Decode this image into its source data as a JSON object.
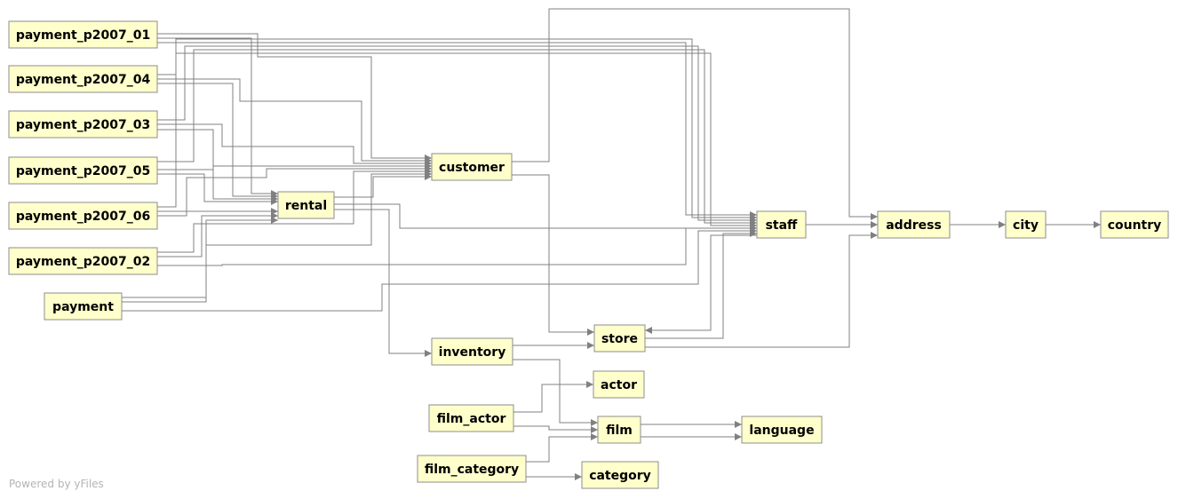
{
  "diagram": {
    "tables": [
      {
        "id": "payment_p2007_01",
        "label": "payment_p2007_01"
      },
      {
        "id": "payment_p2007_04",
        "label": "payment_p2007_04"
      },
      {
        "id": "payment_p2007_03",
        "label": "payment_p2007_03"
      },
      {
        "id": "payment_p2007_05",
        "label": "payment_p2007_05"
      },
      {
        "id": "payment_p2007_06",
        "label": "payment_p2007_06"
      },
      {
        "id": "payment_p2007_02",
        "label": "payment_p2007_02"
      },
      {
        "id": "payment",
        "label": "payment"
      },
      {
        "id": "customer",
        "label": "customer"
      },
      {
        "id": "rental",
        "label": "rental"
      },
      {
        "id": "staff",
        "label": "staff"
      },
      {
        "id": "address",
        "label": "address"
      },
      {
        "id": "city",
        "label": "city"
      },
      {
        "id": "country",
        "label": "country"
      },
      {
        "id": "inventory",
        "label": "inventory"
      },
      {
        "id": "store",
        "label": "store"
      },
      {
        "id": "actor",
        "label": "actor"
      },
      {
        "id": "film_actor",
        "label": "film_actor"
      },
      {
        "id": "film",
        "label": "film"
      },
      {
        "id": "language",
        "label": "language"
      },
      {
        "id": "film_category",
        "label": "film_category"
      },
      {
        "id": "category",
        "label": "category"
      }
    ],
    "relations": [
      {
        "from": "payment_p2007_01",
        "to": "customer"
      },
      {
        "from": "payment_p2007_01",
        "to": "rental"
      },
      {
        "from": "payment_p2007_01",
        "to": "staff"
      },
      {
        "from": "payment_p2007_04",
        "to": "customer"
      },
      {
        "from": "payment_p2007_04",
        "to": "rental"
      },
      {
        "from": "payment_p2007_04",
        "to": "staff"
      },
      {
        "from": "payment_p2007_03",
        "to": "customer"
      },
      {
        "from": "payment_p2007_03",
        "to": "rental"
      },
      {
        "from": "payment_p2007_03",
        "to": "staff"
      },
      {
        "from": "payment_p2007_05",
        "to": "customer"
      },
      {
        "from": "payment_p2007_05",
        "to": "rental"
      },
      {
        "from": "payment_p2007_05",
        "to": "staff"
      },
      {
        "from": "payment_p2007_06",
        "to": "customer"
      },
      {
        "from": "payment_p2007_06",
        "to": "rental"
      },
      {
        "from": "payment_p2007_06",
        "to": "staff"
      },
      {
        "from": "payment_p2007_02",
        "to": "customer"
      },
      {
        "from": "payment_p2007_02",
        "to": "rental"
      },
      {
        "from": "payment_p2007_02",
        "to": "staff"
      },
      {
        "from": "payment",
        "to": "customer"
      },
      {
        "from": "payment",
        "to": "rental"
      },
      {
        "from": "payment",
        "to": "staff"
      },
      {
        "from": "customer",
        "to": "address"
      },
      {
        "from": "customer",
        "to": "store"
      },
      {
        "from": "rental",
        "to": "customer"
      },
      {
        "from": "rental",
        "to": "inventory"
      },
      {
        "from": "rental",
        "to": "staff"
      },
      {
        "from": "staff",
        "to": "address"
      },
      {
        "from": "staff",
        "to": "store"
      },
      {
        "from": "store",
        "to": "address"
      },
      {
        "from": "store",
        "to": "staff"
      },
      {
        "from": "address",
        "to": "city"
      },
      {
        "from": "city",
        "to": "country"
      },
      {
        "from": "inventory",
        "to": "store"
      },
      {
        "from": "inventory",
        "to": "film"
      },
      {
        "from": "film_actor",
        "to": "actor"
      },
      {
        "from": "film_actor",
        "to": "film"
      },
      {
        "from": "film",
        "to": "language"
      },
      {
        "from": "film_category",
        "to": "film"
      },
      {
        "from": "film_category",
        "to": "category"
      }
    ]
  },
  "footer": {
    "text": "Powered by yFiles"
  }
}
